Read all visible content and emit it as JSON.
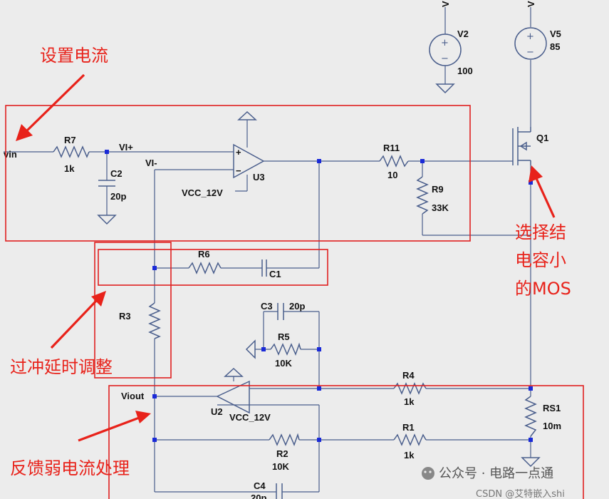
{
  "annotations": {
    "set_current": "设置电流",
    "select_mos_l1": "选择结",
    "select_mos_l2": "电容小",
    "select_mos_l3": "的MOS",
    "overshoot_l1": "过冲延时调整",
    "feedback": "反馈弱电流处理"
  },
  "labels": {
    "vin": "vin",
    "r7": "R7",
    "r7_val": "1k",
    "vi_plus": "VI+",
    "vi_minus": "VI-",
    "c2": "C2",
    "c2_val": "20p",
    "vcc_u3": "VCC_12V",
    "u3": "U3",
    "r11": "R11",
    "r11_val": "10",
    "r9": "R9",
    "r9_val": "33K",
    "q1": "Q1",
    "v2": "V2",
    "v2_val": "100",
    "v5": "V5",
    "v5_val": "85",
    "v_top1": "V",
    "v_top2": "V",
    "r6": "R6",
    "c1": "C1",
    "r3": "R3",
    "c3": "C3",
    "c3_val": "20p",
    "r5": "R5",
    "r5_val": "10K",
    "viout": "Viout",
    "u2": "U2",
    "vcc_u2": "VCC_12V",
    "r4": "R4",
    "r4_val": "1k",
    "rs1": "RS1",
    "rs1_val": "10m",
    "r1": "R1",
    "r1_val": "1k",
    "r2": "R2",
    "r2_val": "10K",
    "c4": "C4",
    "c4_val": "20p"
  },
  "watermark": {
    "wechat": "公众号 · 电路一点通",
    "csdn": "CSDN @艾特嵌入shi"
  },
  "colors": {
    "wire": "#4a5e8c",
    "node": "#1a2ad8",
    "annotation": "#e8221a",
    "background": "#ececec"
  }
}
